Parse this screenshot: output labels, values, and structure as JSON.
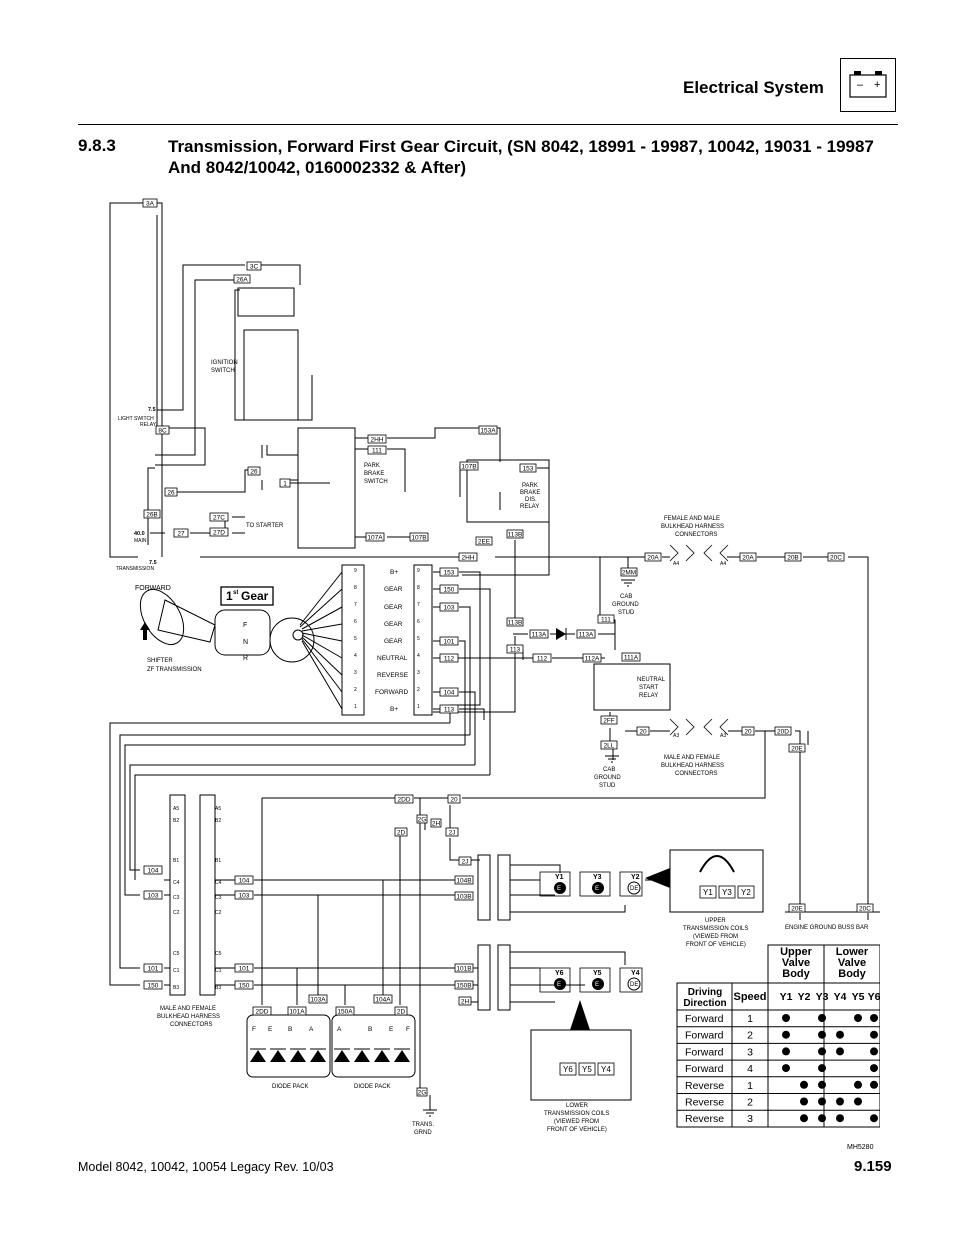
{
  "header": {
    "title": "Electrical System",
    "battery_minus": "–",
    "battery_plus": "+"
  },
  "section": {
    "number": "9.8.3",
    "title": "Transmission, Forward First Gear Circuit, (SN 8042, 18991 - 19987, 10042, 19031 - 19987 And 8042/10042, 0160002332 & After)"
  },
  "footer": {
    "model": "Model  8042, 10042, 10054 Legacy    Rev. 10/03",
    "page": "9.159"
  },
  "diagram": {
    "figure_id": "MH5280",
    "gear_label": "Gear",
    "gear_number": "1",
    "gear_sup": "st",
    "forward_label": "FORWARD",
    "shifter_line1": "SHIFTER",
    "shifter_line2": "ZF TRANSMISSION",
    "shifter_letters": [
      "F",
      "N",
      "R"
    ],
    "ignition_line1": "IGNITION",
    "ignition_line2": "SWITCH",
    "light_switch_val": "7.5",
    "light_switch_line1": "LIGHT SWITCH",
    "light_switch_line2": "RELAY",
    "main_val": "40.0",
    "main_label": "MAIN",
    "trans_fuse_val": "7.5",
    "trans_fuse_label": "TRANSMISSION",
    "to_starter": "TO STARTER",
    "park_brake_switch": [
      "PARK",
      "BRAKE",
      "SWITCH"
    ],
    "park_brake_relay": [
      "PARK",
      "BRAKE",
      "DIS.",
      "RELAY"
    ],
    "neutral_relay": [
      "NEUTRAL",
      "START",
      "RELAY"
    ],
    "cab_ground": [
      "CAB",
      "GROUND",
      "STUD"
    ],
    "bulkhead_top": [
      "FEMALE AND MALE",
      "BULKHEAD HARNESS",
      "CONNECTORS"
    ],
    "bulkhead_mid": [
      "MALE AND FEMALE",
      "BULKHEAD HARNESS",
      "CONNECTORS"
    ],
    "bulkhead_bottom": [
      "MALE AND FEMALE",
      "BULKHEAD HARNESS",
      "CONNECTORS"
    ],
    "engine_ground": "ENGINE GROUND BUSS BAR",
    "upper_coils": [
      "UPPER",
      "TRANSMISSION COILS",
      "(VIEWED FROM",
      "FRONT OF VEHICLE)"
    ],
    "lower_coils": [
      "LOWER",
      "TRANSMISSION COILS",
      "(VIEWED FROM",
      "FRONT OF VEHICLE)"
    ],
    "trans_grnd": [
      "TRANS.",
      "GRND"
    ],
    "diode_pack": "DIODE PACK",
    "shifter_pins": [
      "B+",
      "GEAR",
      "GEAR",
      "GEAR",
      "GEAR",
      "NEUTRAL",
      "REVERSE",
      "FORWARD",
      "B+"
    ],
    "shifter_wires": [
      "153",
      "150",
      "103",
      "",
      "101",
      "112",
      "",
      "104",
      "113"
    ],
    "upper_coil_labels": [
      "Y1",
      "Y3",
      "Y2"
    ],
    "lower_coil_labels": [
      "Y6",
      "Y5",
      "Y4"
    ],
    "coil_marks": [
      "E",
      "E",
      "DE"
    ],
    "wire_labels": {
      "w3A": "3A",
      "w3C": "3C",
      "w26A": "26A",
      "w8C": "8C",
      "w26B": "26B",
      "w26": "26",
      "w26E": "26",
      "w1": "1",
      "w27": "27",
      "w27C": "27C",
      "w27D": "27D",
      "w153A": "153A",
      "w2HH": "2HH",
      "w111": "111",
      "w107B": "107B",
      "w153": "153",
      "w107A": "107A",
      "w107Bb": "107B",
      "w2EE": "2EE",
      "w113B": "113B",
      "w2HHb": "2HH",
      "w20A": "20A",
      "w20Aa": "20A",
      "w20B": "20B",
      "w20C": "20C",
      "w2MM": "2MM",
      "w111b": "111",
      "w113Bb": "113B",
      "w113A": "113A",
      "w113Aa": "113A",
      "w113": "113",
      "w111A": "111A",
      "w112": "112",
      "w112A": "112A",
      "w2FF": "2FF",
      "w2LL": "2LL",
      "w20": "20",
      "w20b": "20",
      "w20D": "20D",
      "w20E": "20E",
      "w20Eb": "20E",
      "w20Cb": "20C",
      "w2DD": "2DD",
      "w2G": "2G",
      "w2H": "2H",
      "w2J": "2J",
      "w2D": "2D",
      "w2Jb": "2J",
      "w104B": "104B",
      "w103B": "103B",
      "w101B": "101B",
      "w150B": "150B",
      "w2Hb": "2H",
      "w104": "104",
      "w103": "103",
      "w101": "101",
      "w150": "150",
      "w104b": "104",
      "w103b": "103",
      "w101b": "101",
      "w150b": "150",
      "w2DDb": "2DD",
      "w101A": "101A",
      "w103A": "103A",
      "w150A": "150A",
      "w104A": "104A",
      "w2Db": "2D",
      "w2Gb": "2G",
      "w20top": "20"
    },
    "bulkhead_pins": [
      "A5",
      "B2",
      "B1",
      "C4",
      "C3",
      "C2",
      "C5",
      "C1",
      "B3"
    ],
    "diode_letters1": [
      "F",
      "E",
      "B",
      "A"
    ],
    "diode_letters2": [
      "A",
      "B",
      "E",
      "F"
    ],
    "a_labels": [
      "A4",
      "A4",
      "A3",
      "A3"
    ]
  },
  "table": {
    "group_upper": [
      "Upper",
      "Valve",
      "Body"
    ],
    "group_lower": [
      "Lower",
      "Valve",
      "Body"
    ],
    "col_direction": [
      "Driving",
      "Direction"
    ],
    "col_speed": "Speed",
    "valves": [
      "Y1",
      "Y2",
      "Y3",
      "Y4",
      "Y5",
      "Y6"
    ],
    "rows": [
      {
        "dir": "Forward",
        "speed": "1",
        "dots": [
          1,
          0,
          1,
          0,
          1,
          1
        ]
      },
      {
        "dir": "Forward",
        "speed": "2",
        "dots": [
          1,
          0,
          1,
          1,
          0,
          1
        ]
      },
      {
        "dir": "Forward",
        "speed": "3",
        "dots": [
          1,
          0,
          1,
          1,
          0,
          1
        ]
      },
      {
        "dir": "Forward",
        "speed": "4",
        "dots": [
          1,
          0,
          1,
          0,
          0,
          1
        ]
      },
      {
        "dir": "Reverse",
        "speed": "1",
        "dots": [
          0,
          1,
          1,
          0,
          1,
          1
        ]
      },
      {
        "dir": "Reverse",
        "speed": "2",
        "dots": [
          0,
          1,
          1,
          1,
          1,
          0
        ]
      },
      {
        "dir": "Reverse",
        "speed": "3",
        "dots": [
          0,
          1,
          1,
          1,
          0,
          1
        ]
      }
    ]
  }
}
